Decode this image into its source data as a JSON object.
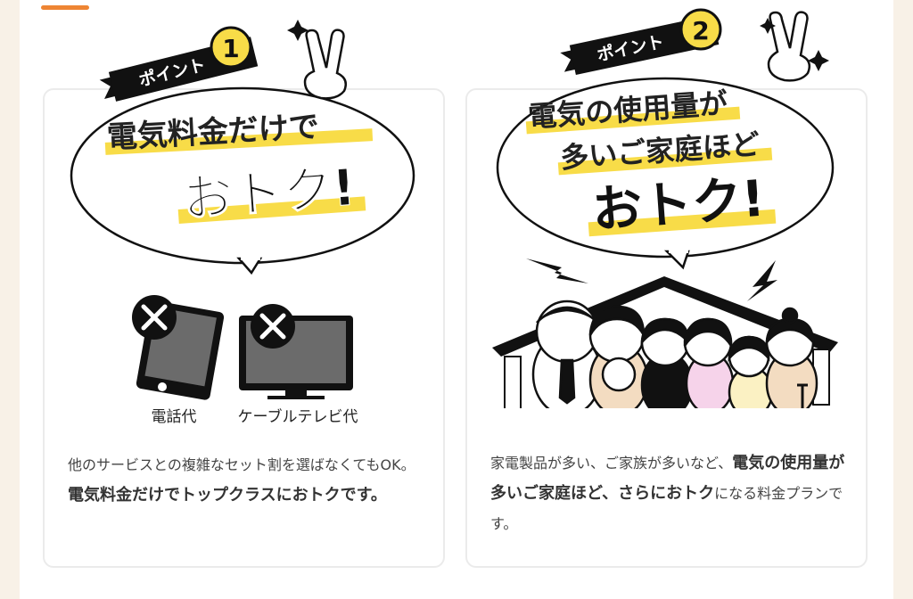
{
  "points": [
    {
      "ribbon_label": "ポイント",
      "number": "1",
      "headline_line1": "電気料金だけで",
      "headline_big": "おトク!",
      "captions": [
        "電話代",
        "ケーブルテレビ代"
      ],
      "desc_plain": "他のサービスとの複雑なセット割を選ばなくてもOK。",
      "desc_bold": "電気料金だけでトップクラスにおトクです。"
    },
    {
      "ribbon_label": "ポイント",
      "number": "2",
      "headline_line1": "電気の使用量が",
      "headline_line2": "多いご家庭ほど",
      "headline_big": "おトク!",
      "desc_plain1": "家電製品が多い、ご家族が多いなど、",
      "desc_bold": "電気の使用量が多いご家庭ほど、さらにおトク",
      "desc_plain2": "になる料金プランです。"
    }
  ],
  "colors": {
    "accent": "#ee8533",
    "highlight": "#f8dc48",
    "badge": "#f8dc48",
    "ink": "#111111"
  }
}
